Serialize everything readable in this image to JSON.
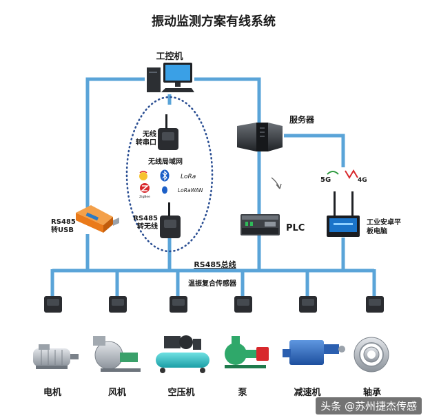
{
  "title": "振动监测方案有线系统",
  "nodes": {
    "pc": "工控机",
    "server": "服务器",
    "plc": "PLC",
    "tablet": "工业安卓平板电脑",
    "rs485_usb": "RS485转USB",
    "wireless_rx": "无线转串口",
    "wireless_tx": "RS485转无线",
    "lan_title": "无线局域网",
    "sensor_group": "温振复合传感器",
    "bus": "RS485总线"
  },
  "protocols": {
    "bluetooth": "Bluetooth",
    "lora": "LoRa",
    "zigbee": "ZigBee",
    "lorawan": "LoRaWAN",
    "cell_5g": "5G",
    "cell_4g": "4G"
  },
  "devices": [
    "电机",
    "风机",
    "空压机",
    "泵",
    "减速机",
    "轴承"
  ],
  "watermark": "头条 @苏州捷杰传感",
  "colors": {
    "line": "#5aa4d8",
    "bus_label": "#e0282e",
    "dots": "#2b4f93"
  }
}
